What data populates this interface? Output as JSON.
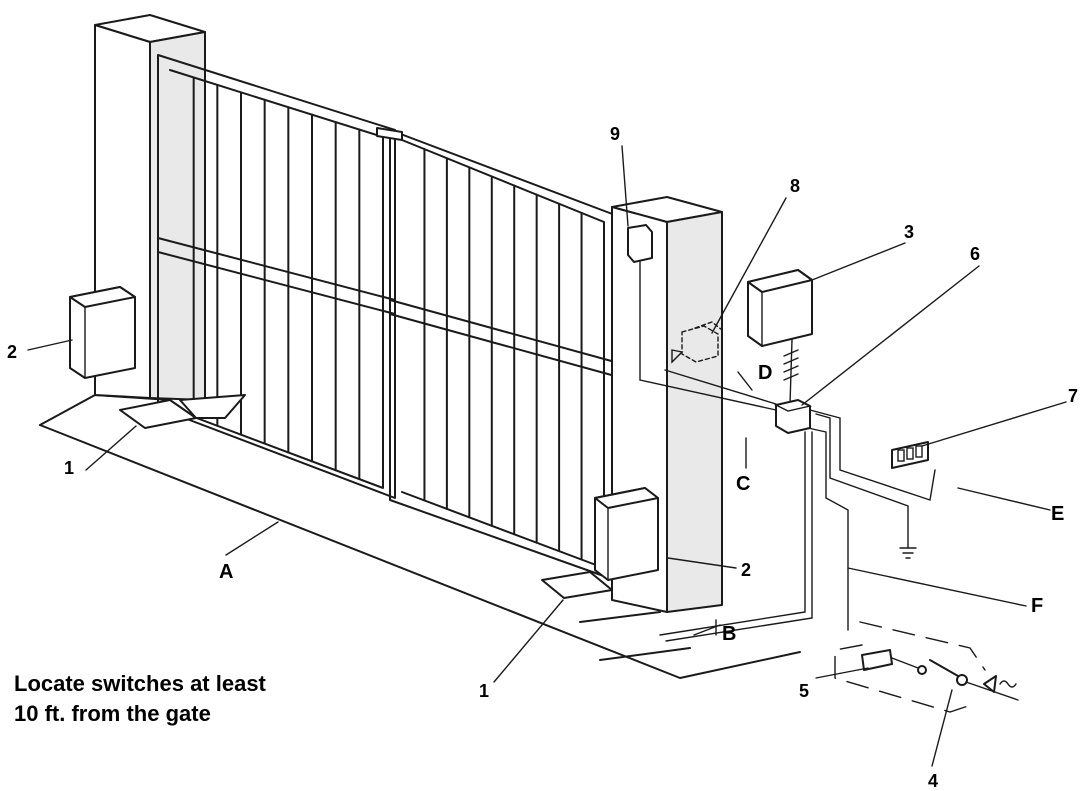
{
  "callouts": {
    "n1": "1",
    "n2": "2",
    "n3": "3",
    "n4": "4",
    "n5": "5",
    "n6": "6",
    "n7": "7",
    "n8": "8",
    "n9": "9"
  },
  "letters": {
    "a": "A",
    "b": "B",
    "c": "C",
    "d": "D",
    "e": "E",
    "f": "F"
  },
  "note": {
    "line1": "Locate switches at least",
    "line2": "10 ft. from the gate"
  }
}
